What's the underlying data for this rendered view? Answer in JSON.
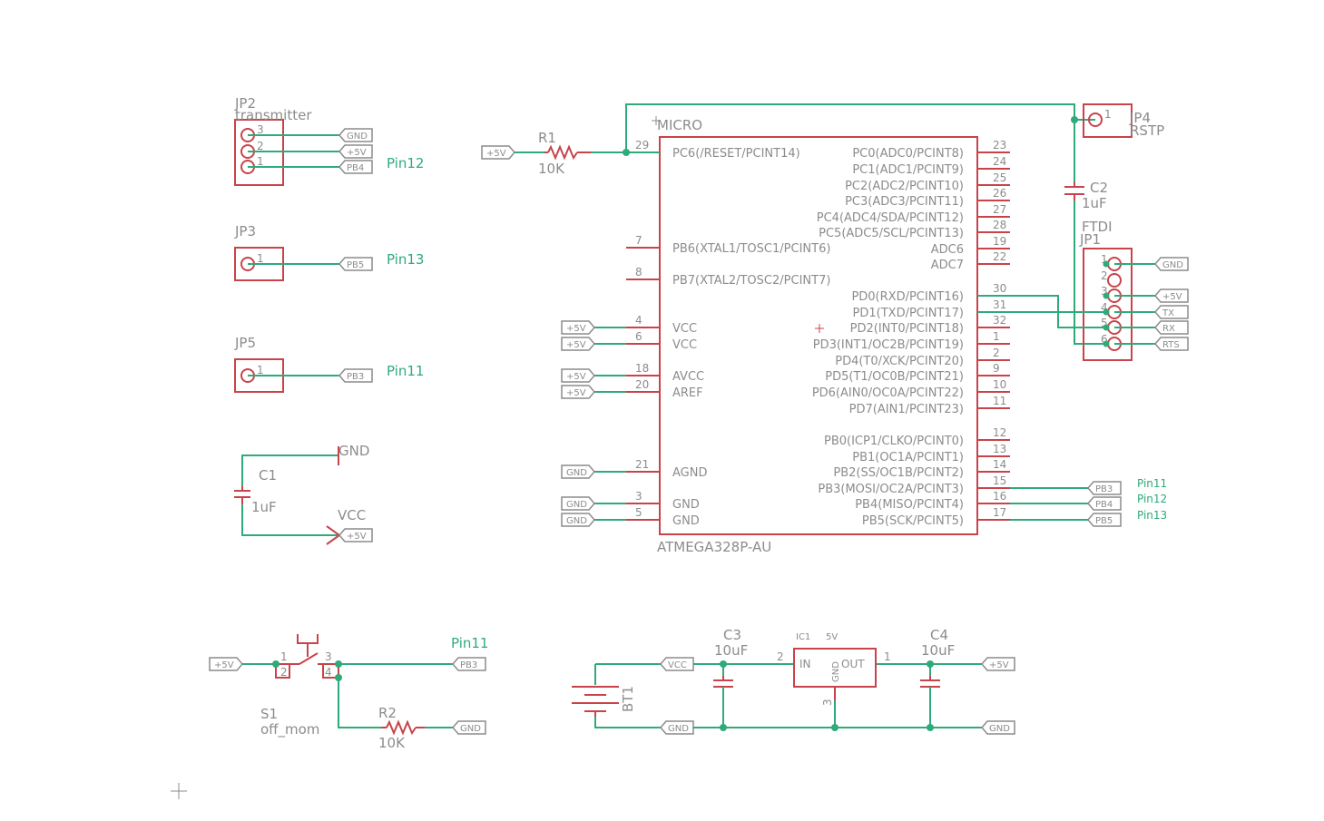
{
  "micro": {
    "ref": "MICRO",
    "value": "ATMEGA328P-AU",
    "left_pins": [
      {
        "num": "29",
        "name": "PC6(/RESET/PCINT14)"
      },
      {
        "num": "7",
        "name": "PB6(XTAL1/TOSC1/PCINT6)"
      },
      {
        "num": "8",
        "name": "PB7(XTAL2/TOSC2/PCINT7)"
      },
      {
        "num": "4",
        "name": "VCC"
      },
      {
        "num": "6",
        "name": "VCC"
      },
      {
        "num": "18",
        "name": "AVCC"
      },
      {
        "num": "20",
        "name": "AREF"
      },
      {
        "num": "21",
        "name": "AGND"
      },
      {
        "num": "3",
        "name": "GND"
      },
      {
        "num": "5",
        "name": "GND"
      }
    ],
    "right_pins": [
      {
        "num": "23",
        "name": "PC0(ADC0/PCINT8)"
      },
      {
        "num": "24",
        "name": "PC1(ADC1/PCINT9)"
      },
      {
        "num": "25",
        "name": "PC2(ADC2/PCINT10)"
      },
      {
        "num": "26",
        "name": "PC3(ADC3/PCINT11)"
      },
      {
        "num": "27",
        "name": "PC4(ADC4/SDA/PCINT12)"
      },
      {
        "num": "28",
        "name": "PC5(ADC5/SCL/PCINT13)"
      },
      {
        "num": "19",
        "name": "ADC6"
      },
      {
        "num": "22",
        "name": "ADC7"
      },
      {
        "num": "30",
        "name": "PD0(RXD/PCINT16)"
      },
      {
        "num": "31",
        "name": "PD1(TXD/PCINT17)"
      },
      {
        "num": "32",
        "name": "PD2(INT0/PCINT18)"
      },
      {
        "num": "1",
        "name": "PD3(INT1/OC2B/PCINT19)"
      },
      {
        "num": "2",
        "name": "PD4(T0/XCK/PCINT20)"
      },
      {
        "num": "9",
        "name": "PD5(T1/OC0B/PCINT21)"
      },
      {
        "num": "10",
        "name": "PD6(AIN0/OC0A/PCINT22)"
      },
      {
        "num": "11",
        "name": "PD7(AIN1/PCINT23)"
      },
      {
        "num": "12",
        "name": "PB0(ICP1/CLKO/PCINT0)"
      },
      {
        "num": "13",
        "name": "PB1(OC1A/PCINT1)"
      },
      {
        "num": "14",
        "name": "PB2(SS/OC1B/PCINT2)"
      },
      {
        "num": "15",
        "name": "PB3(MOSI/OC2A/PCINT3)"
      },
      {
        "num": "16",
        "name": "PB4(MISO/PCINT4)"
      },
      {
        "num": "17",
        "name": "PB5(SCK/PCINT5)"
      }
    ]
  },
  "jp2": {
    "ref": "JP2",
    "value": "transmitter",
    "pins": [
      "3",
      "2",
      "1"
    ],
    "flags": [
      "GND",
      "+5V",
      "PB4"
    ],
    "net": "Pin12"
  },
  "jp3": {
    "ref": "JP3",
    "pin": "1",
    "flag": "PB5",
    "net": "Pin13"
  },
  "jp5": {
    "ref": "JP5",
    "pin": "1",
    "flag": "PB3",
    "net": "Pin11"
  },
  "c1": {
    "ref": "C1",
    "value": "1uF",
    "gnd": "GND",
    "vcc": "VCC",
    "flag": "+5V"
  },
  "r1": {
    "ref": "R1",
    "value": "10K",
    "flag": "+5V"
  },
  "jp4": {
    "ref": "JP4",
    "value": "RSTP",
    "pin": "1"
  },
  "c2": {
    "ref": "C2",
    "value": "1uF"
  },
  "jp1": {
    "ref": "JP1",
    "value": "FTDI",
    "pins": [
      "1",
      "2",
      "3",
      "4",
      "5",
      "6"
    ],
    "flags": [
      "GND",
      "+5V",
      "TX",
      "RX",
      "RTS"
    ]
  },
  "micro_flags": {
    "vcc": [
      "+5V",
      "+5V"
    ],
    "avcc": [
      "+5V",
      "+5V"
    ],
    "gnd": [
      "GND",
      "GND",
      "GND"
    ],
    "pb": [
      "PB3",
      "PB4",
      "PB5"
    ],
    "pb_nets": [
      "Pin11",
      "Pin12",
      "Pin13"
    ]
  },
  "s1": {
    "ref": "S1",
    "value": "off_mom",
    "pins": [
      "1",
      "2",
      "3",
      "4"
    ],
    "flag_in": "+5V",
    "flag_out": "PB3",
    "net": "Pin11"
  },
  "r2": {
    "ref": "R2",
    "value": "10K",
    "flag": "GND"
  },
  "regulator": {
    "bt_ref": "BT1",
    "c3": {
      "ref": "C3",
      "value": "10uF"
    },
    "c4": {
      "ref": "C4",
      "value": "10uF"
    },
    "ic_ref": "IC1",
    "ic_value": "5V",
    "in_label": "IN",
    "out_label": "OUT",
    "gnd_label": "GND",
    "pin_in": "2",
    "pin_out": "1",
    "pin_gnd": "3",
    "flags": {
      "vcc": "VCC",
      "gnd_left": "GND",
      "out": "+5V",
      "gnd_right": "GND"
    }
  },
  "colors": {
    "part": "#c8444a",
    "wire": "#2faa7a",
    "text": "#8c8c8c",
    "net_label": "#2faa7a"
  }
}
